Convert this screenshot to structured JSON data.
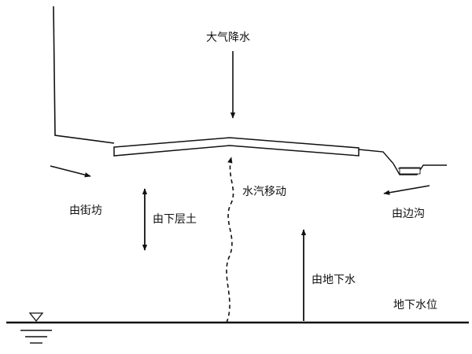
{
  "labels": {
    "precipitation": "大气降水",
    "vapor_movement": "水汽移动",
    "from_shoulder": "由街坊",
    "from_lower_soil": "由下层土",
    "from_side_ditch": "由边沟",
    "from_groundwater": "由地下水",
    "groundwater_level": "地下水位"
  },
  "colors": {
    "ink": "#111111",
    "background": "#ffffff"
  }
}
